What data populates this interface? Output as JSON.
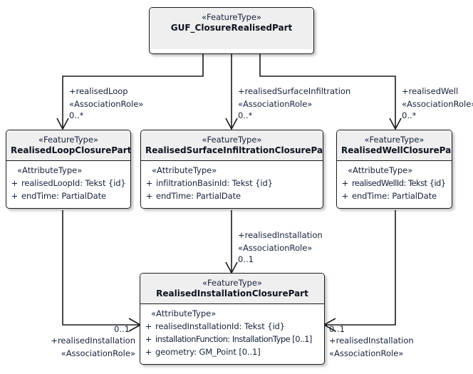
{
  "diagram": {
    "type": "uml-class-diagram",
    "background": "#ffffff",
    "line_color": "#1a1a1a",
    "header_fill": "#efefef",
    "body_fill": "#ffffff",
    "text_color": "#16213a"
  },
  "classes": {
    "root": {
      "stereotype": "«FeatureType»",
      "name": "GUF_ClosureRealisedPart"
    },
    "loop": {
      "stereotype": "«FeatureType»",
      "name": "RealisedLoopClosurePart",
      "attr_stereotype": "«AttributeType»",
      "attributes": [
        {
          "visibility": "+",
          "text": "realisedLoopId: Tekst {id}"
        },
        {
          "visibility": "+",
          "text": "endTime: PartialDate"
        }
      ]
    },
    "surface": {
      "stereotype": "«FeatureType»",
      "name": "RealisedSurfaceInfiltrationClosurePart",
      "attr_stereotype": "«AttributeType»",
      "attributes": [
        {
          "visibility": "+",
          "text": "infiltrationBasinId: Tekst {id}"
        },
        {
          "visibility": "+",
          "text": "endTime: PartialDate"
        }
      ]
    },
    "well": {
      "stereotype": "«FeatureType»",
      "name": "RealisedWellClosurePart",
      "attr_stereotype": "«AttributeType»",
      "attributes": [
        {
          "visibility": "+",
          "text": "realisedWellId: Tekst {id}"
        },
        {
          "visibility": "+",
          "text": "endTime: PartialDate"
        }
      ]
    },
    "installation": {
      "stereotype": "«FeatureType»",
      "name": "RealisedInstallationClosurePart",
      "attr_stereotype": "«AttributeType»",
      "attributes": [
        {
          "visibility": "+",
          "text": "realisedInstallationId: Tekst {id}"
        },
        {
          "visibility": "+",
          "text": "installationFunction: InstallationType [0..1]"
        },
        {
          "visibility": "+",
          "text": "geometry: GM_Point [0..1]"
        }
      ]
    }
  },
  "associations": {
    "loop": {
      "role": "+realisedLoop",
      "stereotype": "«AssociationRole»",
      "multiplicity": "0..*"
    },
    "surface": {
      "role": "+realisedSurfaceInfiltration",
      "stereotype": "«AssociationRole»",
      "multiplicity": "0..*"
    },
    "well": {
      "role": "+realisedWell",
      "stereotype": "«AssociationRole»",
      "multiplicity": "0..*"
    },
    "install_mid": {
      "role": "+realisedInstallation",
      "stereotype": "«AssociationRole»",
      "multiplicity": "0..1"
    },
    "install_left": {
      "role": "+realisedInstallation",
      "stereotype": "«AssociationRole»",
      "multiplicity": "0..1"
    },
    "install_right": {
      "role": "+realisedInstallation",
      "stereotype": "«AssociationRole»",
      "multiplicity": "0..1"
    }
  }
}
